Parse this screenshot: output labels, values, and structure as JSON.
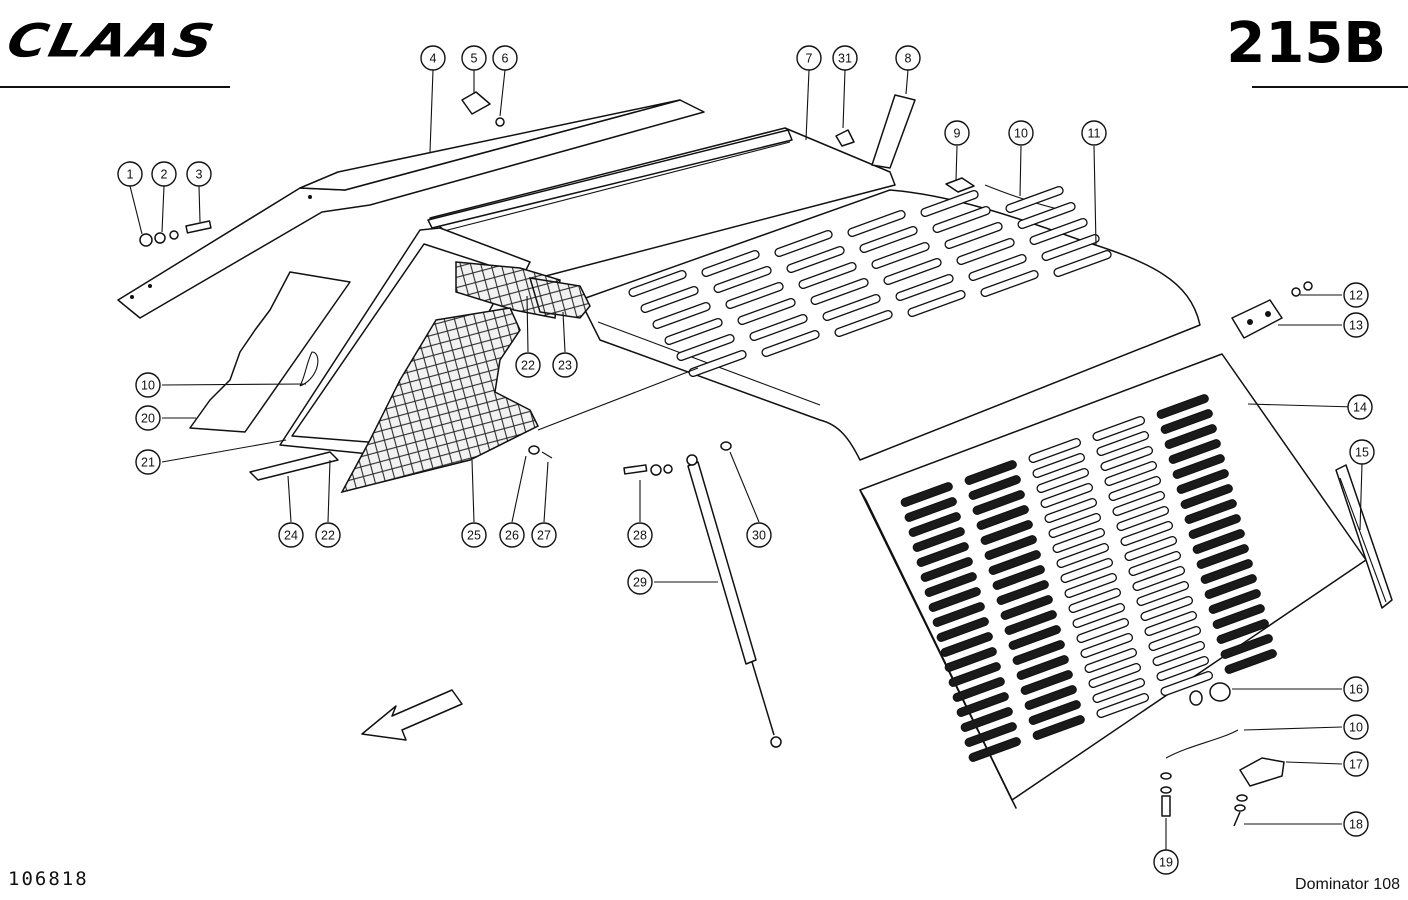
{
  "header": {
    "brand": "CLAAS",
    "page_code": "215B"
  },
  "footer": {
    "drawing_number": "106818",
    "model": "Dominator 108"
  },
  "callouts": [
    {
      "id": "c1",
      "label": "1"
    },
    {
      "id": "c2",
      "label": "2"
    },
    {
      "id": "c3",
      "label": "3"
    },
    {
      "id": "c4",
      "label": "4"
    },
    {
      "id": "c5",
      "label": "5"
    },
    {
      "id": "c6",
      "label": "6"
    },
    {
      "id": "c7",
      "label": "7"
    },
    {
      "id": "c31",
      "label": "31"
    },
    {
      "id": "c8",
      "label": "8"
    },
    {
      "id": "c9",
      "label": "9"
    },
    {
      "id": "c10a",
      "label": "10"
    },
    {
      "id": "c11",
      "label": "11"
    },
    {
      "id": "c12",
      "label": "12"
    },
    {
      "id": "c13",
      "label": "13"
    },
    {
      "id": "c14",
      "label": "14"
    },
    {
      "id": "c15",
      "label": "15"
    },
    {
      "id": "c16",
      "label": "16"
    },
    {
      "id": "c10c",
      "label": "10"
    },
    {
      "id": "c17",
      "label": "17"
    },
    {
      "id": "c18",
      "label": "18"
    },
    {
      "id": "c19",
      "label": "19"
    },
    {
      "id": "c10b",
      "label": "10"
    },
    {
      "id": "c20",
      "label": "20"
    },
    {
      "id": "c21",
      "label": "21"
    },
    {
      "id": "c22a",
      "label": "22"
    },
    {
      "id": "c23",
      "label": "23"
    },
    {
      "id": "c24",
      "label": "24"
    },
    {
      "id": "c22b",
      "label": "22"
    },
    {
      "id": "c25",
      "label": "25"
    },
    {
      "id": "c26",
      "label": "26"
    },
    {
      "id": "c27",
      "label": "27"
    },
    {
      "id": "c28",
      "label": "28"
    },
    {
      "id": "c29",
      "label": "29"
    },
    {
      "id": "c30",
      "label": "30"
    }
  ]
}
